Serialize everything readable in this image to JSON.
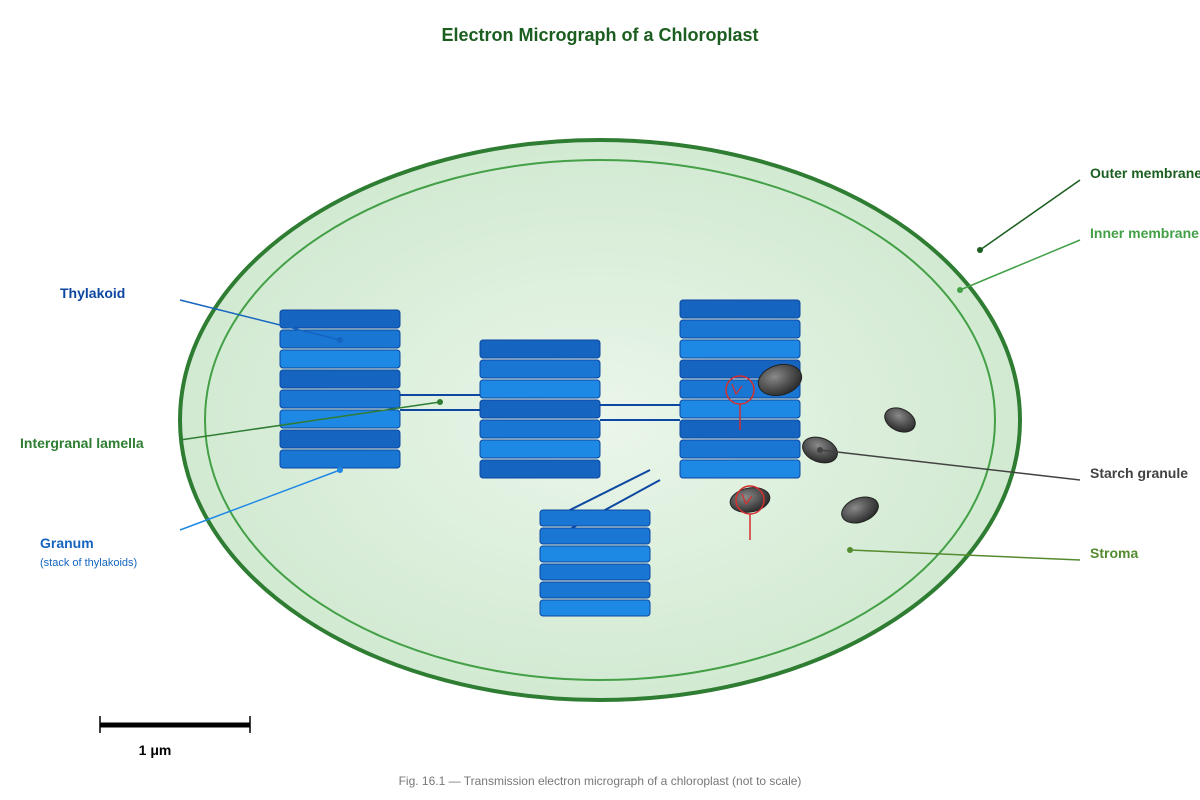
{
  "title": "Electron Micrograph of a Chloroplast",
  "caption": "Fig. 16.1 — Transmission electron micrograph of a chloroplast (not to scale)",
  "scale_bar": {
    "label": "1 μm"
  },
  "labels": {
    "outer_membrane": "Outer membrane",
    "inner_membrane": "Inner membrane",
    "thylakoid": "Thylakoid",
    "intergranal_lamella": "Intergranal lamella",
    "granum": "Granum",
    "granum_note": "(stack of thylakoids)",
    "starch_granule": "Starch granule",
    "stroma": "Stroma"
  },
  "colors": {
    "title": "#1b5e20",
    "outer_membrane": "#2e7d32",
    "inner_membrane": "#43a047",
    "stroma_fill": "#d9eed9",
    "thylakoid_dark": "#1565c0",
    "thylakoid_light": "#1e88e5",
    "thylakoid_label": "#0d47a1",
    "granum_label": "#1565c0",
    "starch": "#424242",
    "marker": "#d32f2f",
    "caption": "#777777"
  }
}
